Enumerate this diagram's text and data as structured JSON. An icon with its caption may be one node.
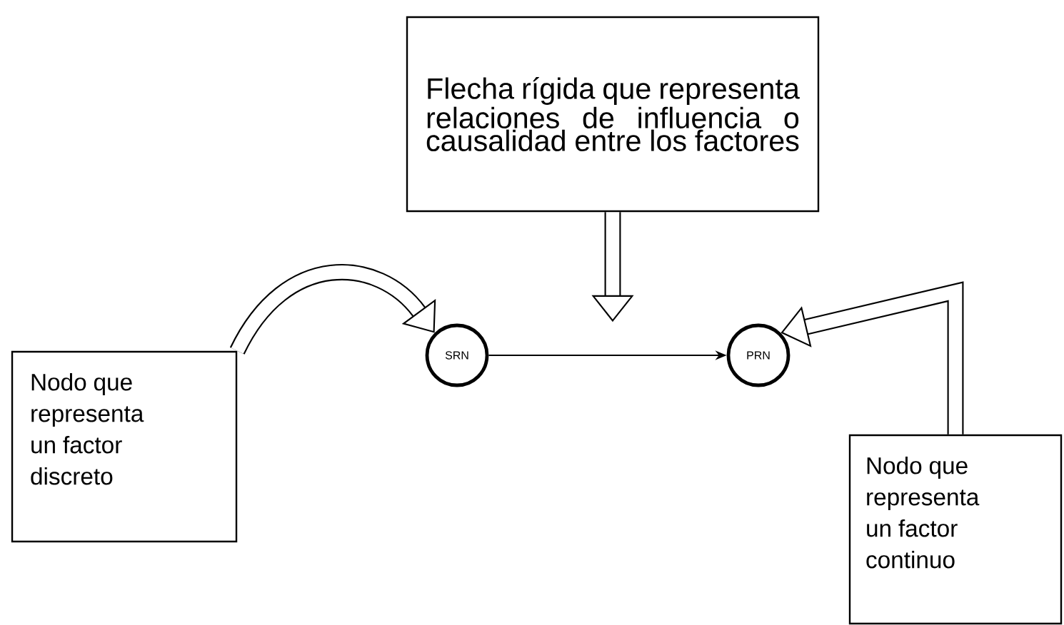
{
  "diagram": {
    "nodes": [
      {
        "text": [
          "Flecha rígida que representa relaciones de influencia o causalidad entre los factores"
        ]
      },
      {
        "text": [
          "Nodo que representa un factor discreto"
        ]
      },
      {
        "text": [
          "SRN"
        ]
      },
      {
        "text": [
          "PRN"
        ]
      },
      {
        "text": [
          "Nodo que representa un factor continuo"
        ]
      }
    ],
    "edges": [
      {
        "from": 0,
        "to": null,
        "arrow": "to"
      },
      {
        "from": 1,
        "to": 2,
        "arrow": "to"
      },
      {
        "from": 2,
        "to": 3,
        "arrow": "to"
      },
      {
        "from": 4,
        "to": 3,
        "arrow": "to"
      }
    ]
  }
}
